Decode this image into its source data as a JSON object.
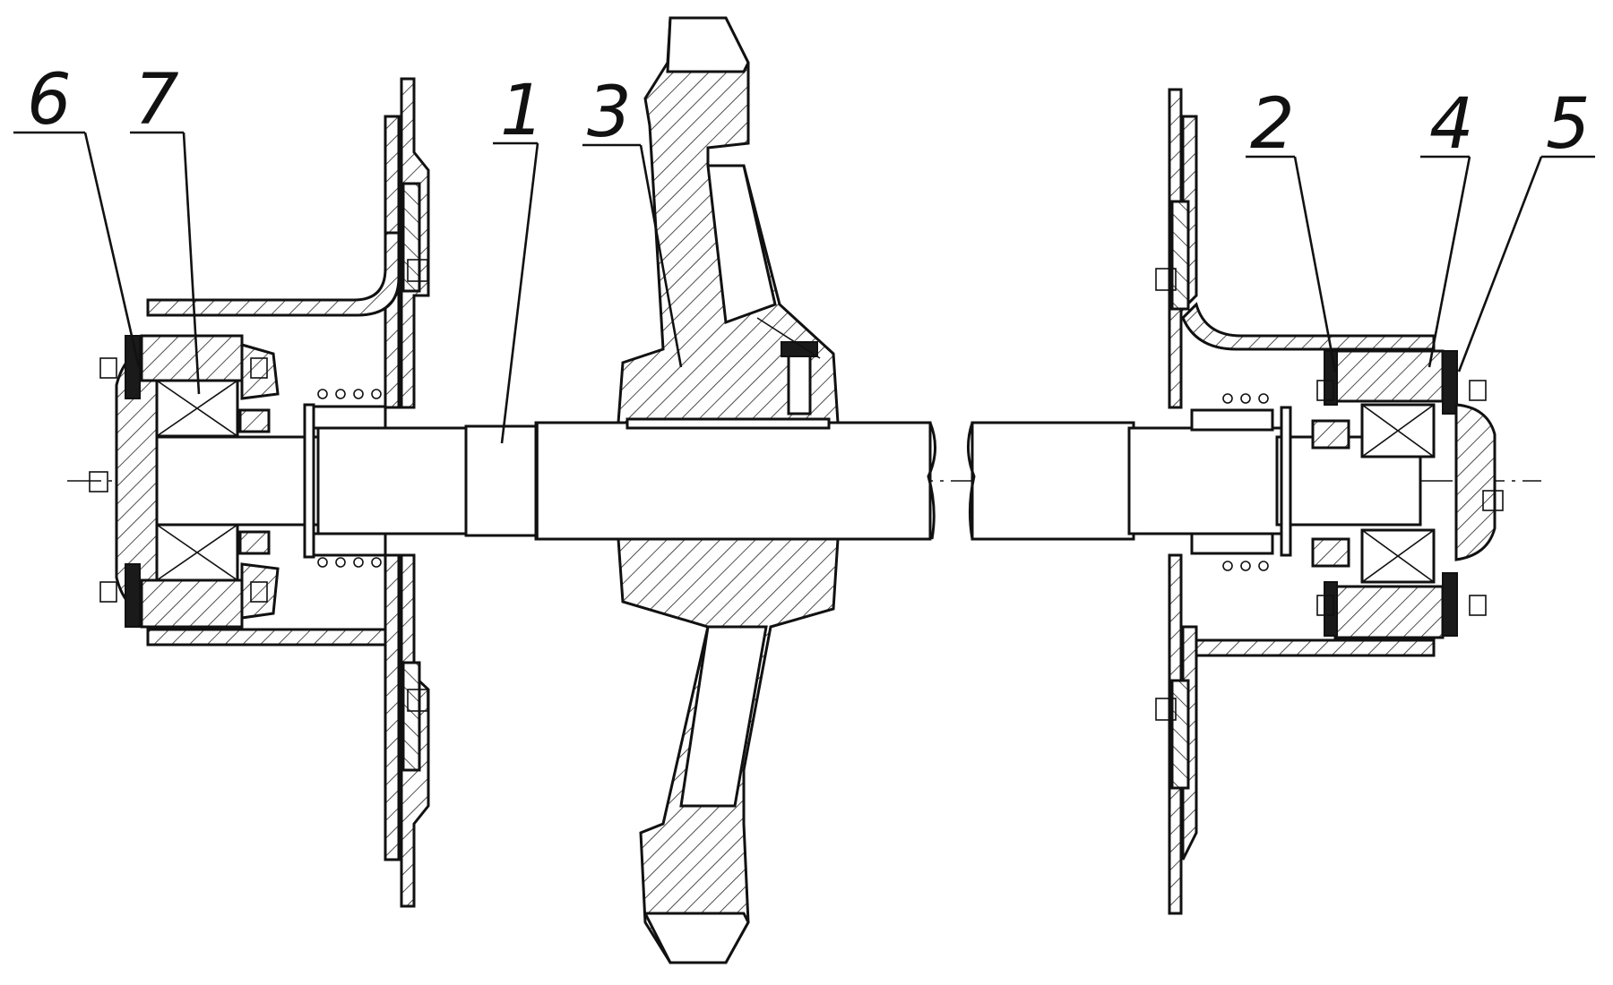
{
  "figure": {
    "callouts": [
      {
        "id": "6",
        "label": "6"
      },
      {
        "id": "7",
        "label": "7"
      },
      {
        "id": "1",
        "label": "1"
      },
      {
        "id": "3",
        "label": "3"
      },
      {
        "id": "2",
        "label": "2"
      },
      {
        "id": "4",
        "label": "4"
      },
      {
        "id": "5",
        "label": "5"
      }
    ]
  }
}
